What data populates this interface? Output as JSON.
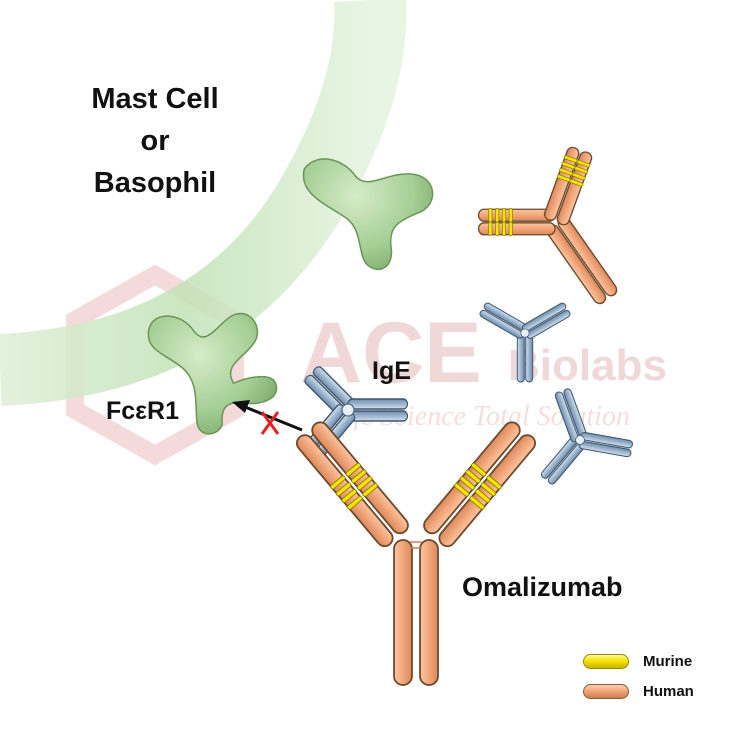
{
  "labels": {
    "cell_line1": "Mast Cell",
    "cell_line2": "or",
    "cell_line3": "Basophil",
    "ige": "IgE",
    "receptor": "FcεR1",
    "drug": "Omalizumab"
  },
  "watermark": {
    "brand": "ACE",
    "brand_sub": "Biolabs",
    "tagline": "Life Science Total Solution"
  },
  "legend": {
    "murine": "Murine",
    "human": "Human"
  },
  "colors": {
    "membrane": "#c9e6c0",
    "receptor": "#a5cf95",
    "ige": "#9db6cf",
    "murine": "#f5e400",
    "human": "#f2a67a",
    "block_mark": "#e52020"
  }
}
